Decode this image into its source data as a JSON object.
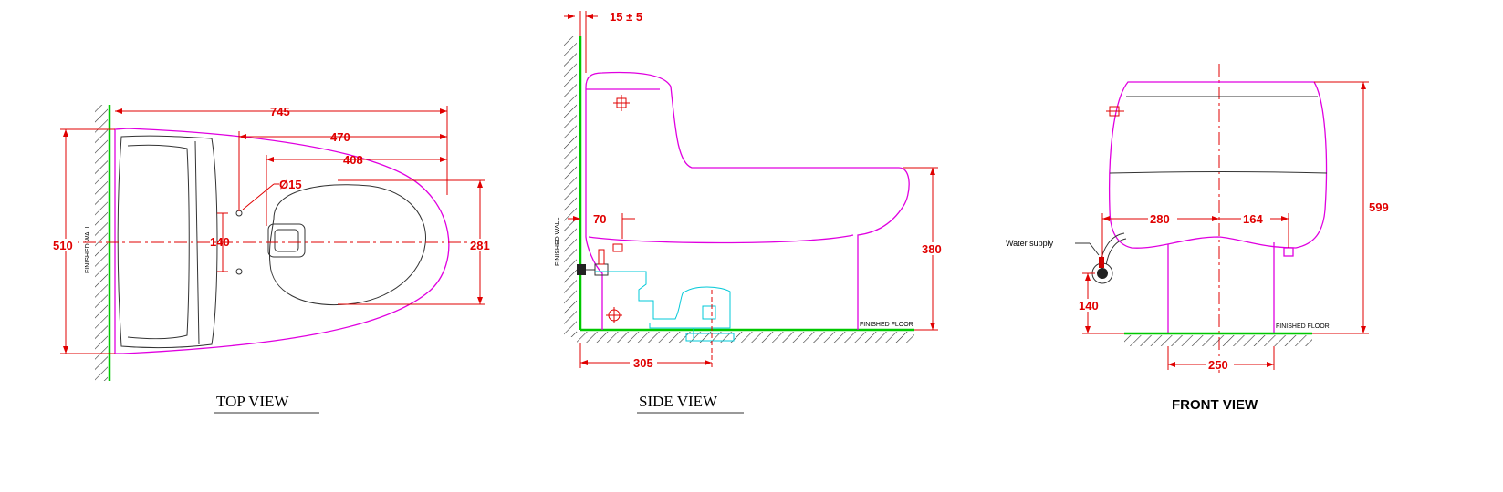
{
  "views": {
    "top": {
      "title": "TOP VIEW",
      "dims": {
        "d745": "745",
        "d470": "470",
        "d408": "408",
        "d15": "Ø15",
        "d140": "140",
        "d510": "510",
        "d281": "281"
      },
      "wall_label": "FINISHED WALL"
    },
    "side": {
      "title": "SIDE VIEW",
      "dims": {
        "d15pm5": "15 ± 5",
        "d70": "70",
        "d380": "380",
        "d305": "305"
      },
      "wall_label": "FINISHED WALL",
      "floor_label": "FINISHED FLOOR"
    },
    "front": {
      "title": "FRONT VIEW",
      "dims": {
        "d280": "280",
        "d164": "164",
        "d599": "599",
        "d140": "140",
        "d250": "250"
      },
      "water_supply": "Water supply",
      "floor_label": "FINISHED FLOOR"
    }
  },
  "colors": {
    "dimension": "#e00000",
    "outline": "#e000e0",
    "finished_surface": "#00c800",
    "drain": "#00c8d8"
  }
}
